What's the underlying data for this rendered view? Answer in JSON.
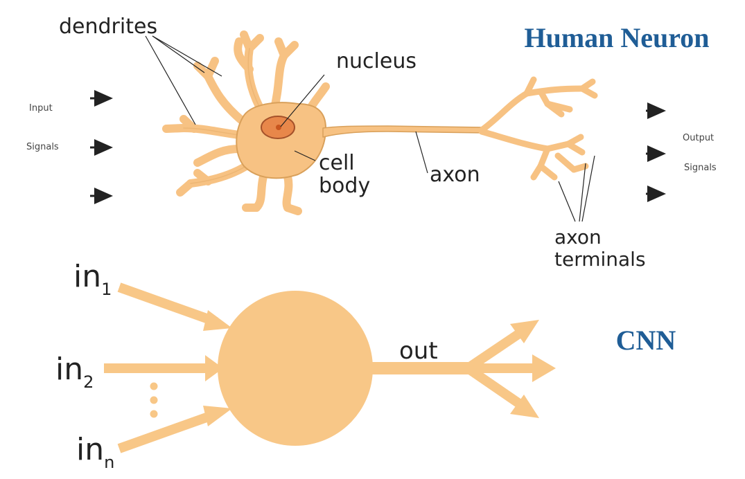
{
  "titles": {
    "top": "Human Neuron",
    "bottom": "CNN"
  },
  "neuron": {
    "dendrites": "dendrites",
    "nucleus": "nucleus",
    "cell_body_line1": "cell",
    "cell_body_line2": "body",
    "axon": "axon",
    "axon_terminals_line1": "axon",
    "axon_terminals_line2": "terminals",
    "input_line1": "Input",
    "input_line2": "Signals",
    "output_line1": "Output",
    "output_line2": "Signals"
  },
  "cnn": {
    "in1_base": "in",
    "in1_sub": "1",
    "in2_base": "in",
    "in2_sub": "2",
    "inn_base": "in",
    "inn_sub": "n",
    "out": "out"
  },
  "colors": {
    "neuron_fill": "#f7c283",
    "neuron_stroke": "#d9a05a",
    "cnn_fill": "#f8c787",
    "title": "#1f5d96"
  }
}
